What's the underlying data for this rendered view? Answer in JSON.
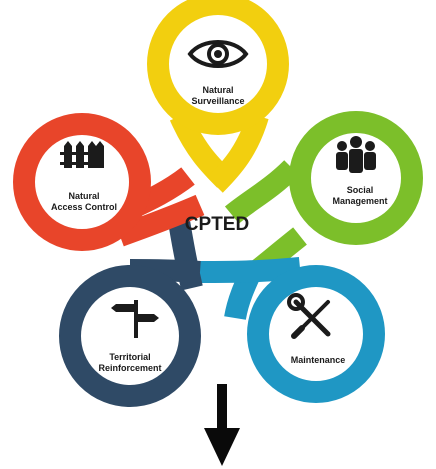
{
  "diagram": {
    "center_title": "CPTED",
    "nodes": [
      {
        "id": "surveillance",
        "label_lines": [
          "Natural",
          "Surveillance"
        ],
        "color": "#f2cf0f",
        "icon": "eye-icon"
      },
      {
        "id": "social",
        "label_lines": [
          "Social",
          "Management"
        ],
        "color": "#7cbf2a",
        "icon": "people-icon"
      },
      {
        "id": "maintenance",
        "label_lines": [
          "Maintenance"
        ],
        "color": "#1f97c4",
        "icon": "wrench-screwdriver-icon"
      },
      {
        "id": "territorial",
        "label_lines": [
          "Territorial",
          "Reinforcement"
        ],
        "color": "#2f4a66",
        "icon": "signpost-icon"
      },
      {
        "id": "access",
        "label_lines": [
          "Natural",
          "Access Control"
        ],
        "color": "#e8452a",
        "icon": "fence-icon"
      }
    ],
    "footer_arrow": "down-arrow-icon"
  }
}
